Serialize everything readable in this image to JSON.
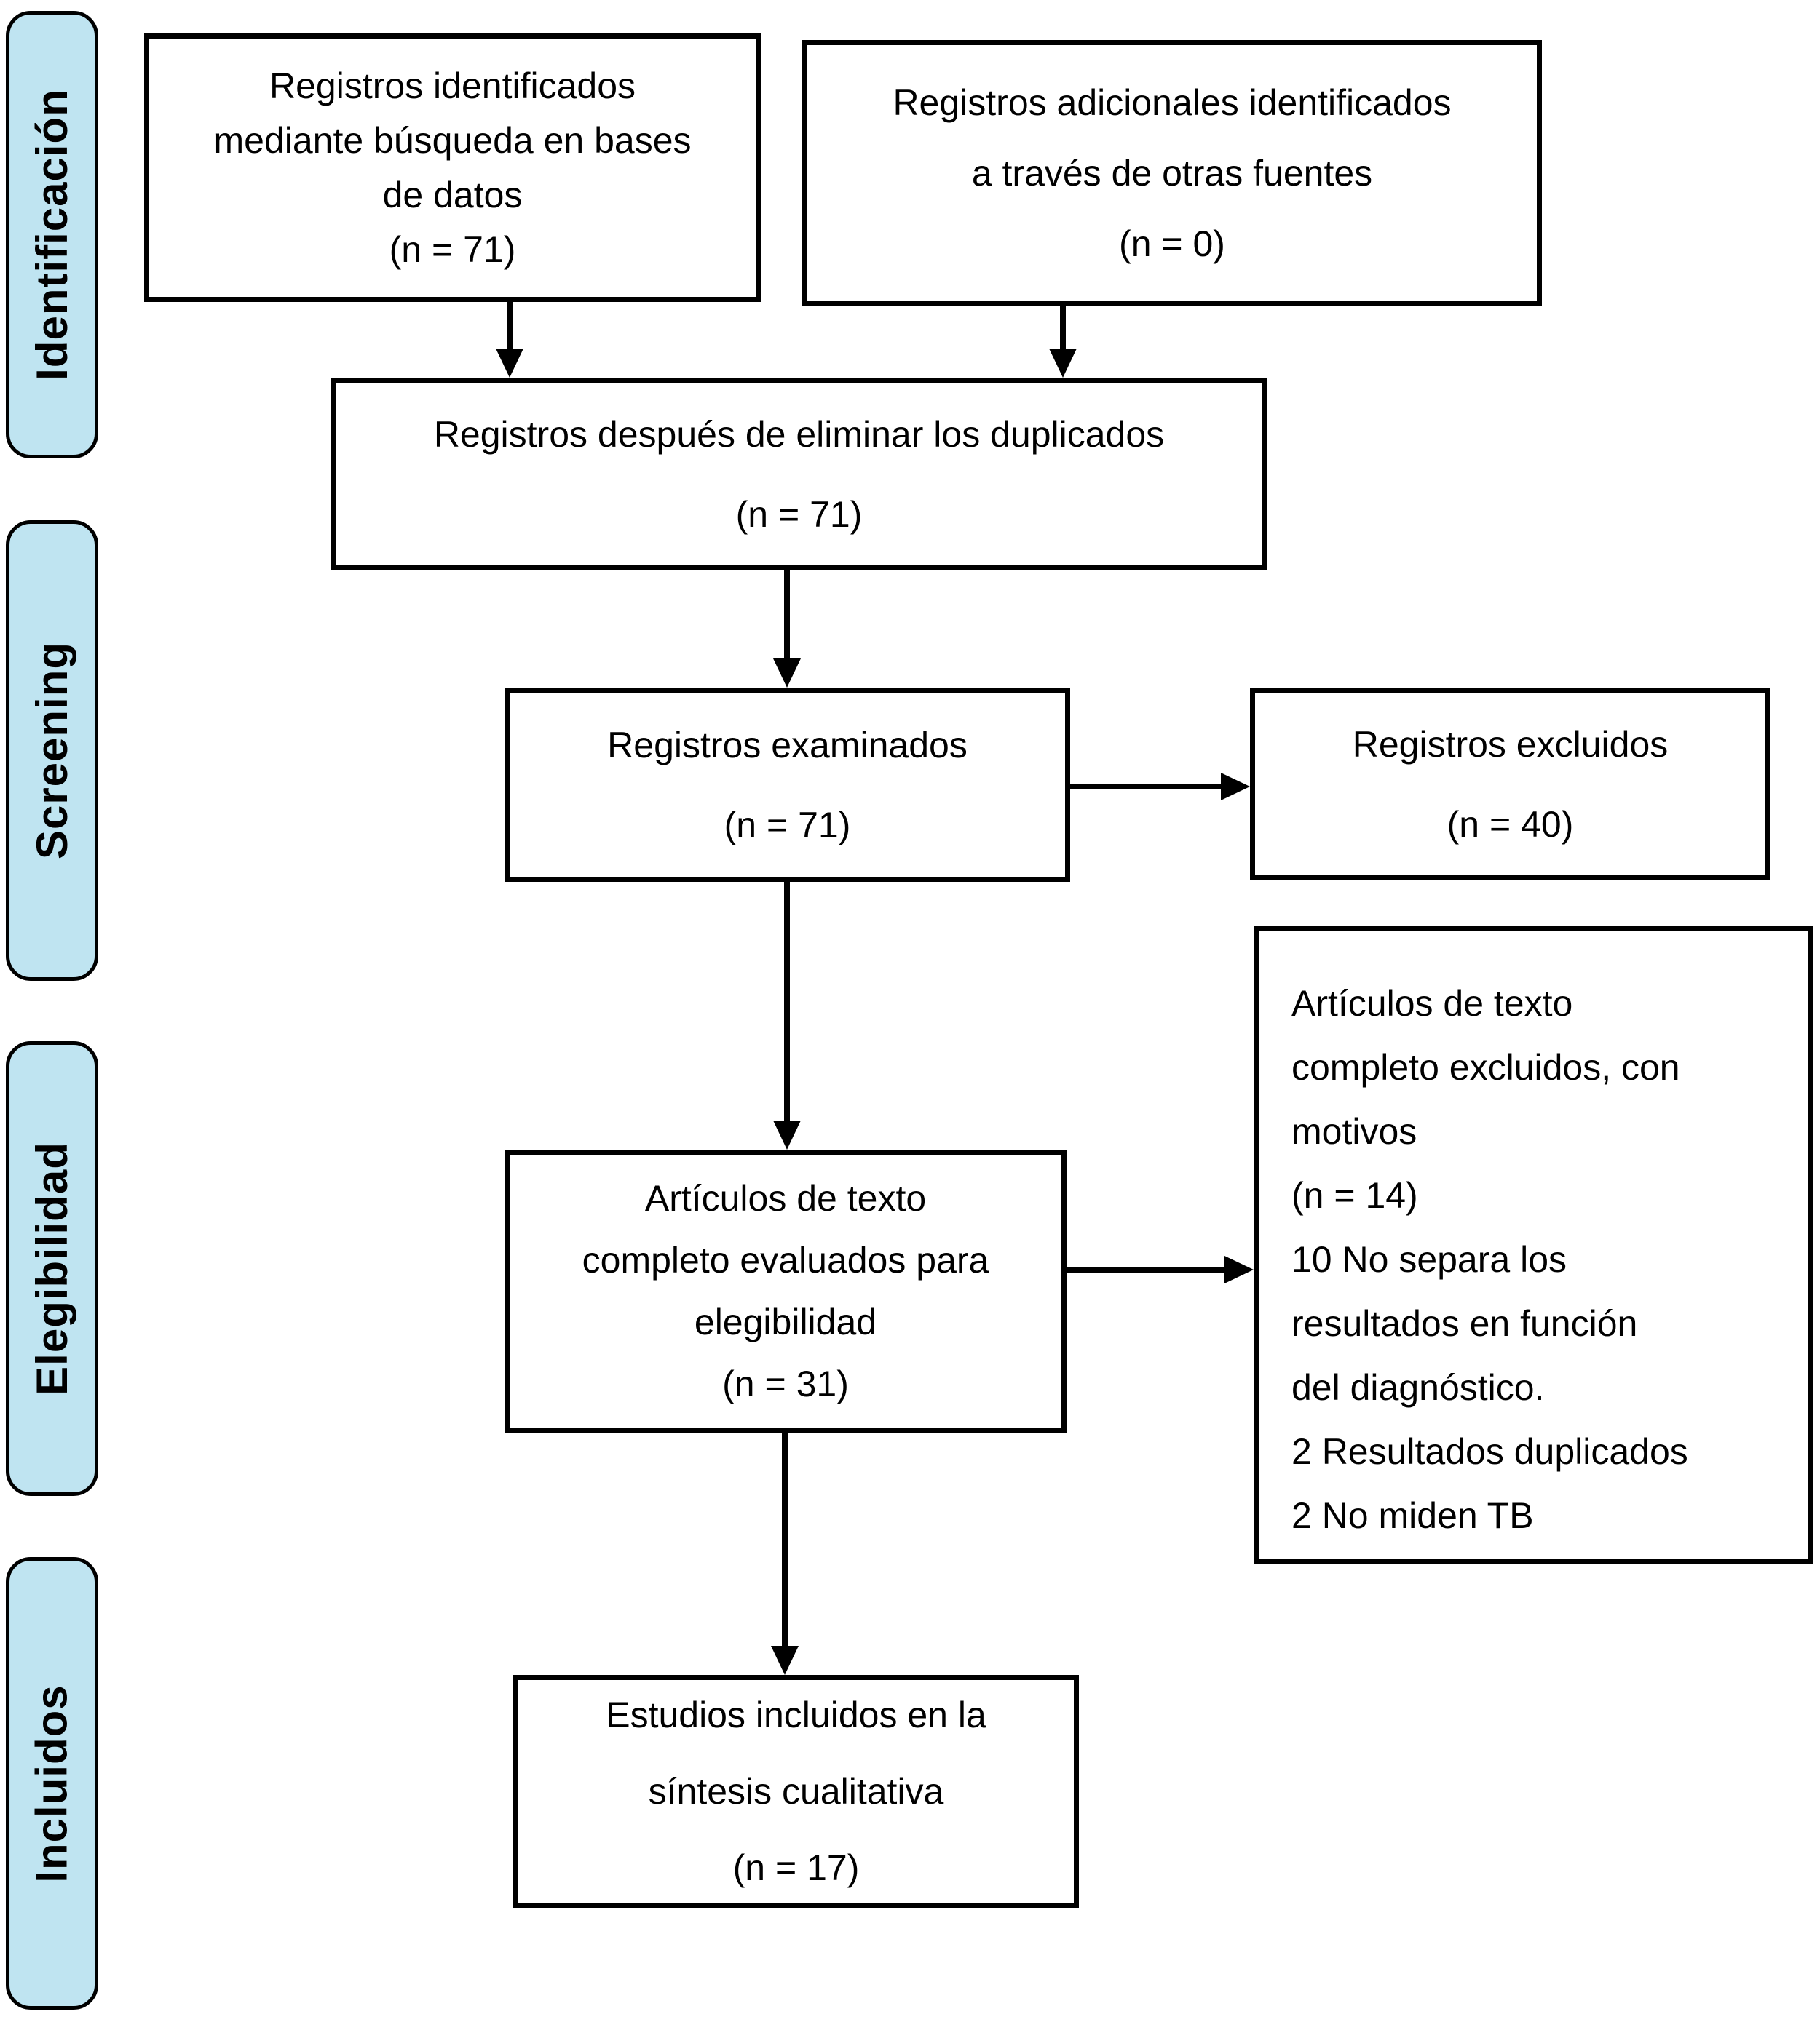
{
  "stages": {
    "identificacion": "Identificación",
    "screening": "Screening",
    "elegibilidad": "Elegibilidad",
    "incluidos": "Incluidos"
  },
  "boxes": {
    "db_records": {
      "lines": [
        "Registros identificados",
        "mediante búsqueda en bases",
        "de datos",
        "(n = 71)"
      ],
      "n": 71
    },
    "other_sources": {
      "lines": [
        "Registros adicionales identificados",
        "a través de otras fuentes",
        "(n = 0)"
      ],
      "n": 0
    },
    "dedup": {
      "lines": [
        "Registros después de eliminar los duplicados",
        "(n = 71)"
      ],
      "n": 71
    },
    "screened": {
      "lines": [
        "Registros examinados",
        "(n = 71)"
      ],
      "n": 71
    },
    "records_excluded": {
      "lines": [
        "Registros excluidos",
        "(n = 40)"
      ],
      "n": 40
    },
    "fulltext_assessed": {
      "lines": [
        "Artículos de texto",
        "completo evaluados para",
        "elegibilidad",
        "(n = 31)"
      ],
      "n": 31
    },
    "fulltext_excluded": {
      "lines": [
        "Artículos de texto",
        "completo excluidos, con",
        "motivos",
        "(n = 14)",
        "10 No separa los",
        "resultados en función",
        "del diagnóstico.",
        "2 Resultados duplicados",
        "2 No miden TB"
      ],
      "n": 14
    },
    "included_qualitative": {
      "lines": [
        "Estudios incluidos en la",
        "síntesis cualitativa",
        "(n = 17)"
      ],
      "n": 17
    }
  },
  "connections": [
    {
      "from": "db_records",
      "to": "dedup",
      "direction": "down"
    },
    {
      "from": "other_sources",
      "to": "dedup",
      "direction": "down"
    },
    {
      "from": "dedup",
      "to": "screened",
      "direction": "down"
    },
    {
      "from": "screened",
      "to": "records_excluded",
      "direction": "right"
    },
    {
      "from": "screened",
      "to": "fulltext_assessed",
      "direction": "down"
    },
    {
      "from": "fulltext_assessed",
      "to": "fulltext_excluded",
      "direction": "right"
    },
    {
      "from": "fulltext_assessed",
      "to": "included_qualitative",
      "direction": "down"
    }
  ],
  "colors": {
    "stage_fill": "#BFE4F1",
    "line": "#000000",
    "box_fill": "#FFFFFF"
  }
}
